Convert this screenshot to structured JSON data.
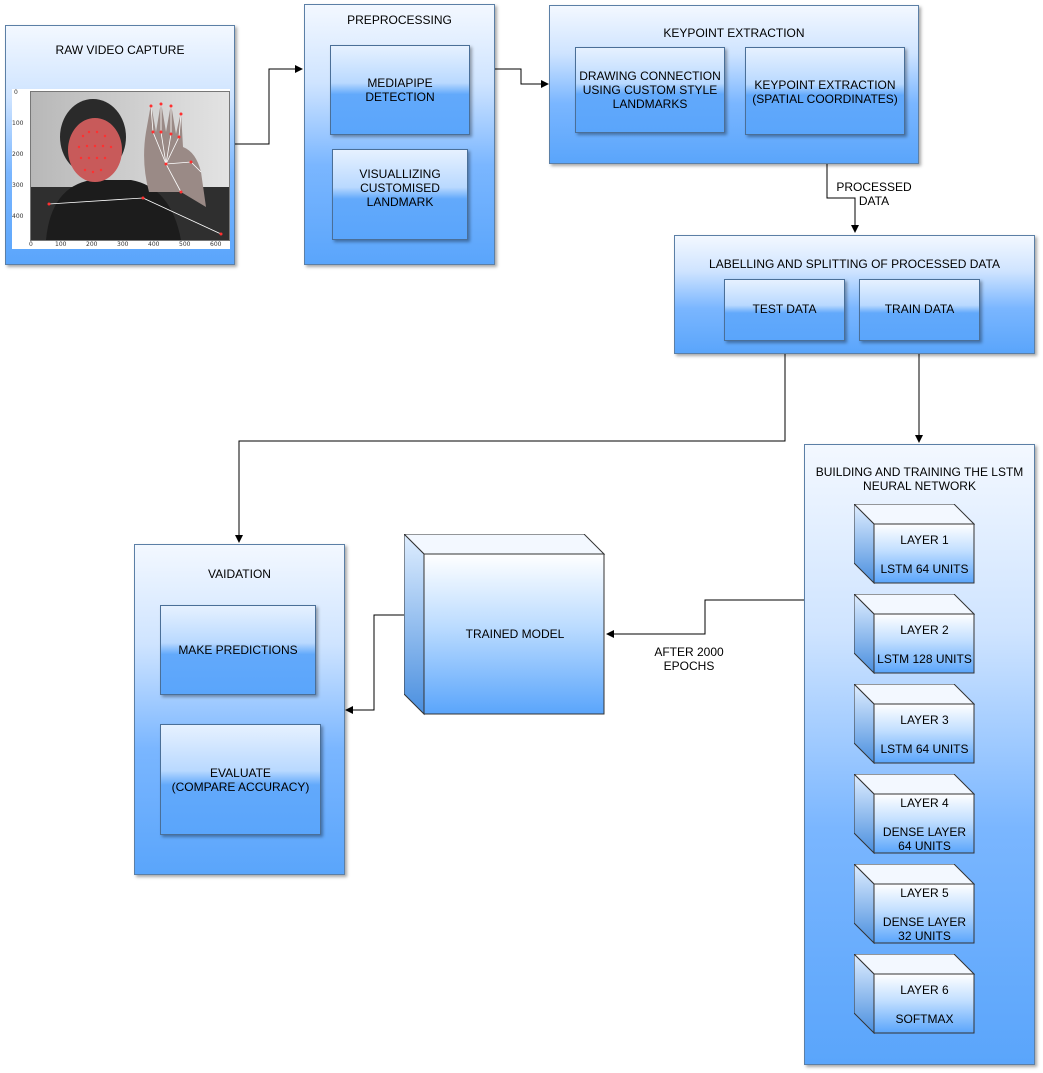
{
  "raw_video": {
    "title": "RAW VIDEO CAPTURE",
    "y_ticks": [
      "0",
      "100",
      "200",
      "300",
      "400"
    ],
    "x_ticks": [
      "0",
      "100",
      "200",
      "300",
      "400",
      "500",
      "600"
    ]
  },
  "preprocessing": {
    "title": "PREPROCESSING",
    "mediapipe": "MEDIAPIPE\nDETECTION",
    "visualizing": "VISUALLIZING\nCUSTOMISED\nLANDMARK"
  },
  "keypoint": {
    "title": "KEYPOINT EXTRACTION",
    "drawing": "DRAWING CONNECTION\nUSING CUSTOM STYLE\nLANDMARKS",
    "extraction": "KEYPOINT EXTRACTION\n(SPATIAL COORDINATES)"
  },
  "processed_label": "PROCESSED\nDATA",
  "labelling": {
    "title": "LABELLING AND SPLITTING OF PROCESSED DATA",
    "test": "TEST DATA",
    "train": "TRAIN DATA"
  },
  "lstm": {
    "title": "BUILDING AND TRAINING THE  LSTM\nNEURAL NETWORK",
    "layers": [
      {
        "name": "LAYER 1",
        "desc": "LSTM 64 UNITS"
      },
      {
        "name": "LAYER 2",
        "desc": "LSTM 128 UNITS"
      },
      {
        "name": "LAYER 3",
        "desc": "LSTM 64 UNITS"
      },
      {
        "name": "LAYER 4",
        "desc": "DENSE LAYER\n64 UNITS"
      },
      {
        "name": "LAYER 5",
        "desc": "DENSE LAYER\n32 UNITS"
      },
      {
        "name": "LAYER 6",
        "desc": "SOFTMAX"
      }
    ]
  },
  "epochs_label": "AFTER 2000\nEPOCHS",
  "trained_model": "TRAINED MODEL",
  "validation": {
    "title": "VAIDATION",
    "predict": "MAKE PREDICTIONS",
    "evaluate": "EVALUATE\n(COMPARE ACCURACY)"
  },
  "colors": {
    "box_fill": "#5aa5fb",
    "box_top": "#eaf3ff",
    "stroke": "#000000"
  }
}
